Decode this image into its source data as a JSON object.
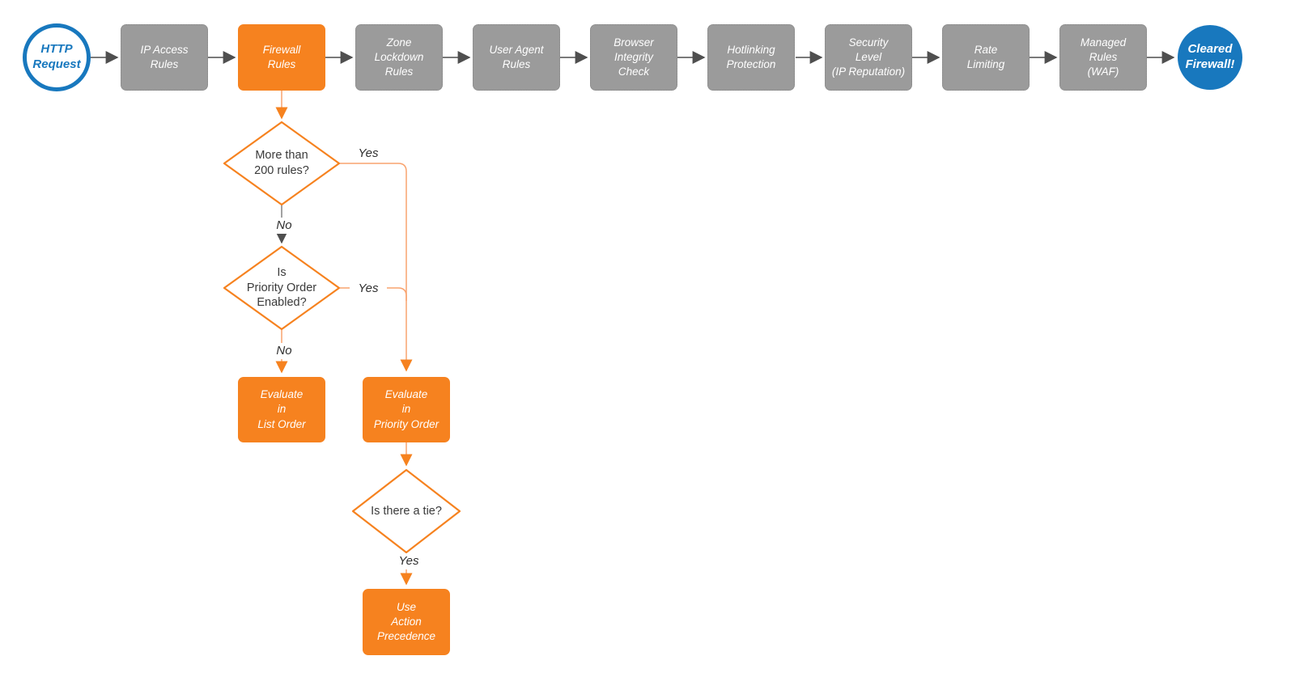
{
  "colors": {
    "orange": "#f6821f",
    "orange_line": "#f9a36e",
    "gray_node": "#9b9b9b",
    "gray_arrow": "#4f4f4f",
    "blue": "#1878be",
    "white": "#ffffff"
  },
  "pipeline": {
    "start": {
      "label": "HTTP\nRequest"
    },
    "stages": [
      {
        "label": "IP Access\nRules",
        "type": "gray"
      },
      {
        "label": "Firewall\nRules",
        "type": "orange"
      },
      {
        "label": "Zone\nLockdown\nRules",
        "type": "gray"
      },
      {
        "label": "User Agent\nRules",
        "type": "gray"
      },
      {
        "label": "Browser\nIntegrity\nCheck",
        "type": "gray"
      },
      {
        "label": "Hotlinking\nProtection",
        "type": "gray"
      },
      {
        "label": "Security\nLevel\n(IP Reputation)",
        "type": "gray"
      },
      {
        "label": "Rate\nLimiting",
        "type": "gray"
      },
      {
        "label": "Managed\nRules\n(WAF)",
        "type": "gray"
      }
    ],
    "end": {
      "label": "Cleared\nFirewall!"
    }
  },
  "decision_tree": {
    "decisions": [
      {
        "label": "More than\n200 rules?"
      },
      {
        "label": "Is\nPriority Order\nEnabled?"
      },
      {
        "label": "Is there a tie?"
      }
    ],
    "actions": [
      {
        "label": "Evaluate\nin\nList Order"
      },
      {
        "label": "Evaluate\nin\nPriority Order"
      },
      {
        "label": "Use\nAction\nPrecedence"
      }
    ],
    "edge_labels": {
      "yes1": "Yes",
      "no1": "No",
      "yes2": "Yes",
      "no2": "No",
      "yes3": "Yes"
    }
  }
}
